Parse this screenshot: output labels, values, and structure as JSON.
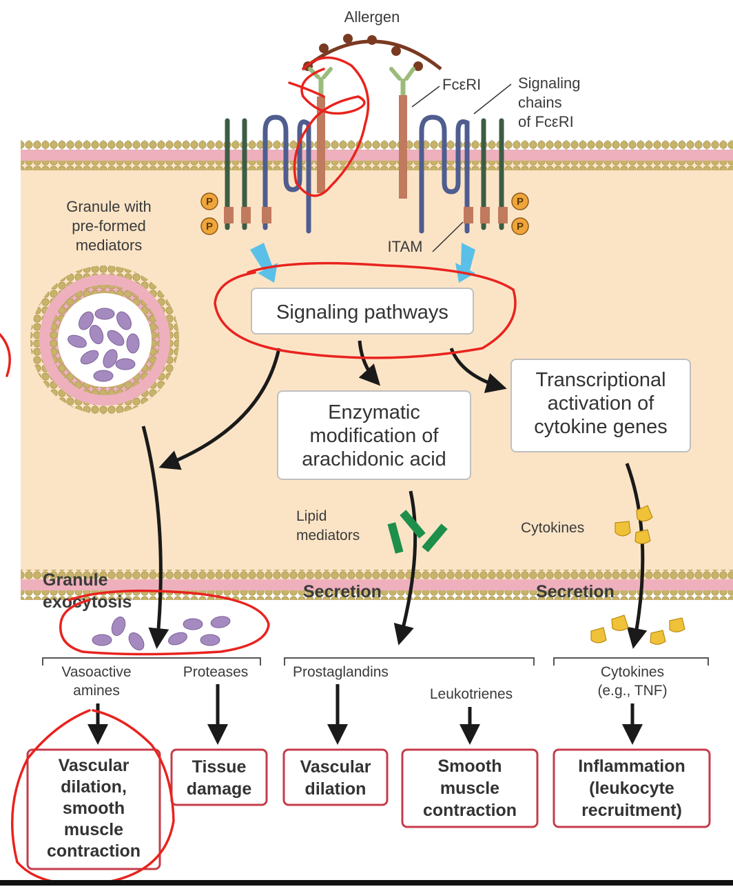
{
  "labels": {
    "allergen": "Allergen",
    "fceri": "FcεRI",
    "signaling_chains": [
      "Signaling",
      "chains",
      "of FcεRI"
    ],
    "granule": [
      "Granule with",
      "pre-formed",
      "mediators"
    ],
    "itam": "ITAM",
    "p": "P",
    "lipid_mediators": [
      "Lipid",
      "mediators"
    ],
    "cytokines_inside": "Cytokines",
    "granule_exocytosis": [
      "Granule",
      "exocytosis"
    ],
    "secretion_1": "Secretion",
    "secretion_2": "Secretion"
  },
  "boxes": {
    "signaling": "Signaling pathways",
    "enzymatic": [
      "Enzymatic",
      "modification of",
      "arachidonic acid"
    ],
    "transcriptional": [
      "Transcriptional",
      "activation of",
      "cytokine genes"
    ]
  },
  "mediators": {
    "vasoactive": [
      "Vasoactive",
      "amines"
    ],
    "proteases": "Proteases",
    "prostaglandins": "Prostaglandins",
    "leukotrienes": "Leukotrienes",
    "cytokines": [
      "Cytokines",
      "(e.g., TNF)"
    ]
  },
  "outcomes": {
    "o1": [
      "Vascular",
      "dilation,",
      "smooth",
      "muscle",
      "contraction"
    ],
    "o2": [
      "Tissue",
      "damage"
    ],
    "o3": [
      "Vascular",
      "dilation"
    ],
    "o4": [
      "Smooth",
      "muscle",
      "contraction"
    ],
    "o5": [
      "Inflammation",
      "(leukocyte",
      "recruitment)"
    ]
  },
  "colors": {
    "cytoplasm": "#fbe4c6",
    "membrane_head": "#c8b36a",
    "membrane_core": "#eeb0bd",
    "receptor": "#c07a5e",
    "signal_chain": "#4f5d8f",
    "arrow_blue": "#5ac0e8",
    "granule_content": "#a58ac0",
    "lipid": "#1d8f4a",
    "cytokine": "#f0c23a",
    "outcome_border": "#c43c4a",
    "annotation": "#e8231e",
    "allergen": "#7a3a22"
  }
}
